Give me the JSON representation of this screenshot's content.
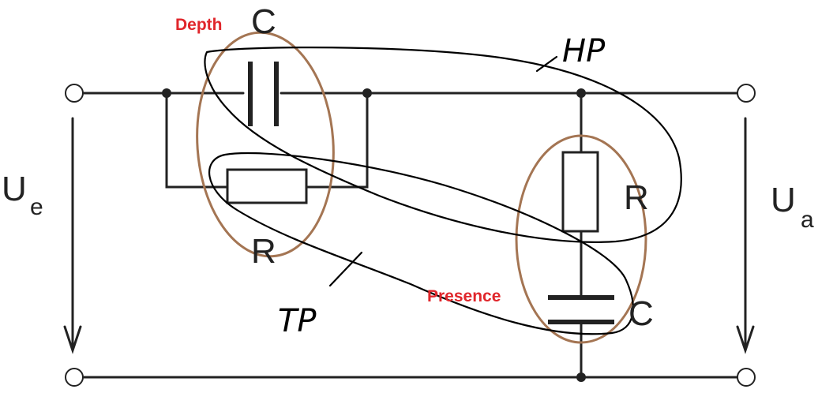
{
  "colors": {
    "wire": "#222222",
    "sketch": "#000000",
    "ellipse": "#a47553",
    "annotation": "#e0262b",
    "background": "#ffffff"
  },
  "labels": {
    "input_voltage_main": "U",
    "input_voltage_sub": "e",
    "output_voltage_main": "U",
    "output_voltage_sub": "a",
    "series_capacitor": "C",
    "series_resistor": "R",
    "shunt_resistor": "R",
    "shunt_capacitor": "C",
    "highpass_note": "HP",
    "lowpass_note": "TP",
    "depth_note": "Depth",
    "presence_note": "Presence"
  }
}
